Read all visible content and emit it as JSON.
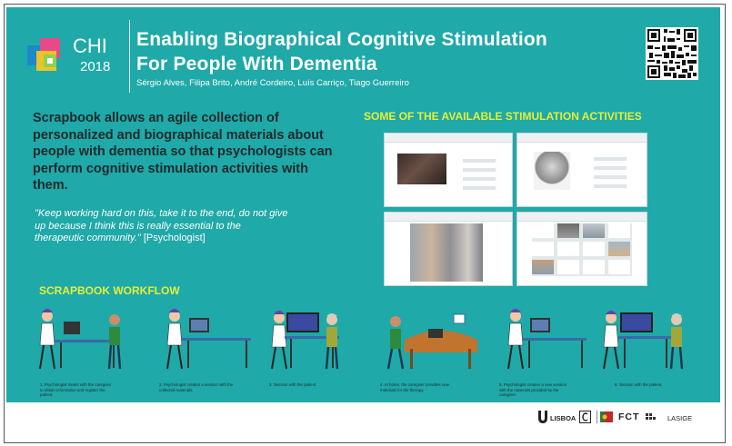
{
  "conference": {
    "name": "CHI",
    "year": "2018"
  },
  "title": {
    "line1": "Enabling Biographical Cognitive Stimulation",
    "line2": "For People With Dementia"
  },
  "authors": "Sérgio Alves, Filipa Brito, André Cordeiro, Luís Carriço, Tiago Guerreiro",
  "lead": "Scrapbook allows an agile collection of personalized and biographical materials about people with dementia so that psychologists can perform cognitive stimulation activities with them.",
  "quote": {
    "text": "\"Keep working hard on this, take it to the end, do not give up because I think this is really essential to the therapeutic community.\"",
    "attribution": " [Psychologist]"
  },
  "activities_heading": "SOME OF THE AVAILABLE STIMULATION ACTIVITIES",
  "workflow_heading": "SCRAPBOOK WORKFLOW",
  "workflow_steps": [
    "1. Psychologist meets with the caregiver to obtain information and register the patient.",
    "2. Psychologist creates a session with the collected materials.",
    "3. Session with the patient.",
    "4. At home, the caregiver provides new materials for the therapy.",
    "5. Psychologist creates a new session with the materials provided by the caregiver.",
    "6. Session with the patient."
  ],
  "logos": {
    "ulisboa": "LISBOA",
    "fct": "FCT",
    "lasige": "LASIGE"
  },
  "colors": {
    "background": "#1fa9a8",
    "heading_accent": "#e4ef3a",
    "text_dark": "#1f2a2e"
  }
}
